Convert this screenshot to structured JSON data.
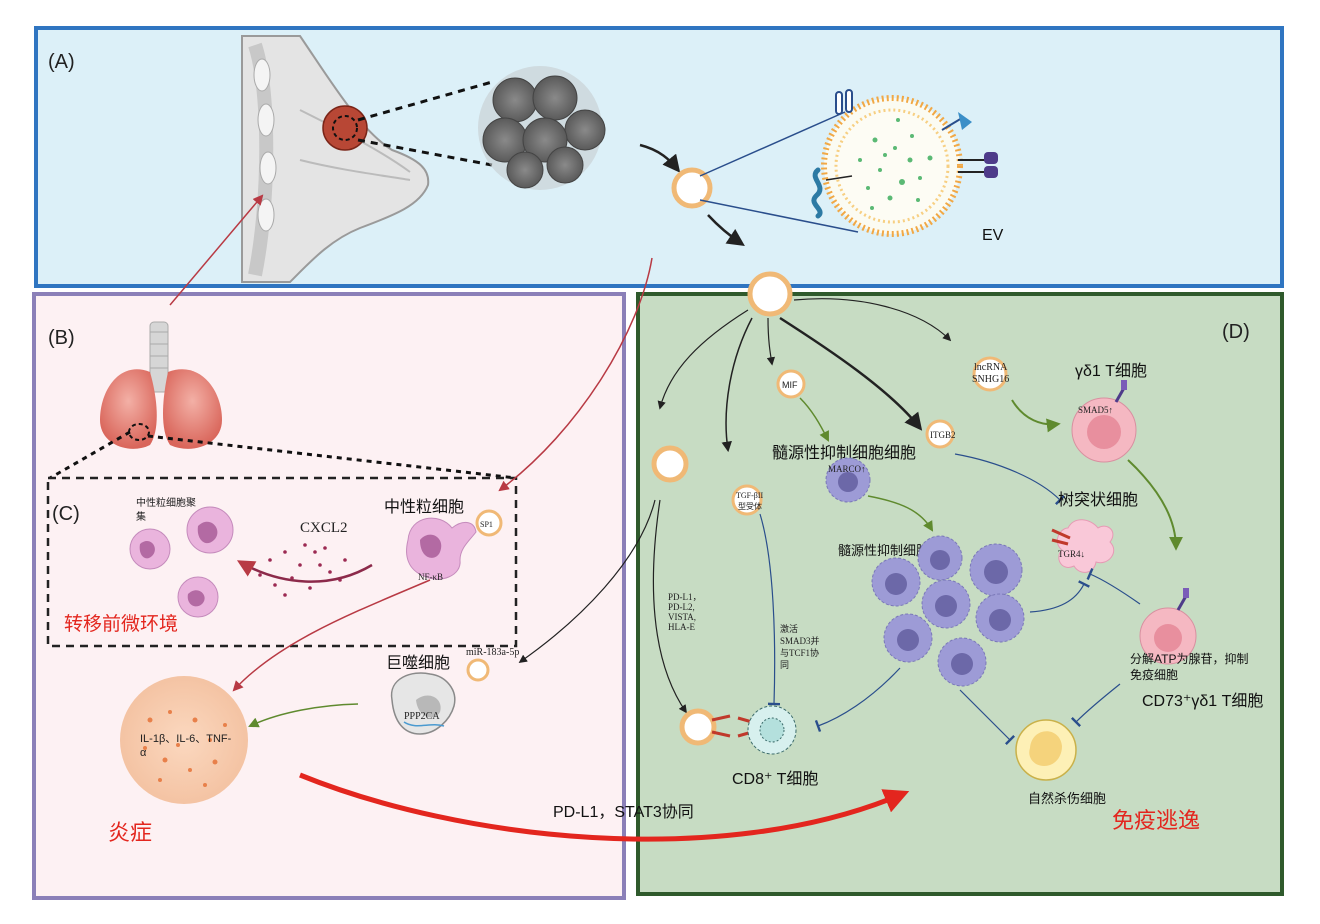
{
  "panels": {
    "a": "(A)",
    "b": "(B)",
    "c": "(C)",
    "d": "(D)"
  },
  "labels": {
    "ev": "EV",
    "neutrophil_aggregation": "中性粒细胞聚集",
    "neutrophil_aggregation_line1": "中性粒细胞聚",
    "neutrophil_aggregation_line2": "集",
    "cxcl2": "CXCL2",
    "neutrophil": "中性粒细胞",
    "sp1": "SP1",
    "nfkb": "NF-κB",
    "premetastatic": "转移前微环境",
    "macrophage": "巨噬细胞",
    "mir": "miR-183a-5p",
    "ppp2ca": "PPP2CA",
    "cytokines_line1": "IL-1β、IL-6、TNF-",
    "cytokines_line2": "α",
    "inflammation": "炎症",
    "pdl1_stat3": "PD-L1，STAT3协同",
    "mif": "MIF",
    "mdsc": "髓源性抑制细胞细胞",
    "marco": "MARCO↑",
    "itgb2": "ITGB2",
    "lncrna_line1": "lncRNA",
    "lncrna_line2": "SNHG16",
    "gd1_t": "γδ1 T细胞",
    "smad5": "SMAD5↑",
    "tgfb_line1": "TGF-βII",
    "tgfb_line2": "型受体",
    "dendritic": "树突状细胞",
    "tgr4": "TGR4↓",
    "mdsc_expansion": "髓源性抑制细胞扩增",
    "checkpoints_line1": "PD-L1，",
    "checkpoints_line2": "PD-L2,",
    "checkpoints_line3": "VISTA,",
    "checkpoints_line4": "HLA-E",
    "activate_line1": "激活",
    "activate_line2": "SMAD3并",
    "activate_line3": "与TCF1协",
    "activate_line4": "同",
    "atp_line1": "分解ATP为腺苷，抑制",
    "atp_line2": "免疫细胞",
    "cd73_t": "CD73⁺γδ1 T细胞",
    "cd8_t": "CD8⁺ T细胞",
    "nk": "自然杀伤细胞",
    "immune_escape": "免疫逃逸"
  },
  "colors": {
    "panel_a_fill": "#dcf0f8",
    "panel_a_border": "#2f75c1",
    "panel_b_fill": "#fdf1f3",
    "panel_b_border": "#8b80b8",
    "panel_d_fill": "#c7dcc3",
    "panel_d_border": "#2f5a2c",
    "red_label": "#e3261e",
    "arrow_red": "#b83a44",
    "arrow_green": "#5f8a2e",
    "arrow_blue": "#2a4e8c",
    "vesicle": "#f0b976",
    "mdsc": "#9d9bd6",
    "neutrophil": "#e2a0ce"
  }
}
